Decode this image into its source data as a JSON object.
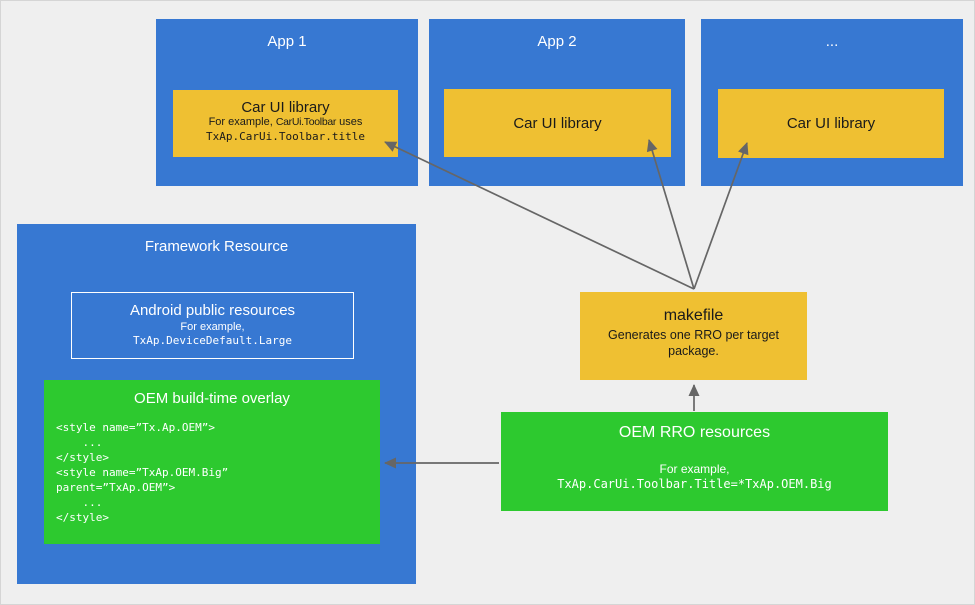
{
  "colors": {
    "background": "#EFEFEF",
    "app_blue": "#3778D2",
    "library_yellow": "#EFC032",
    "overlay_green": "#2DC92F",
    "arrow_gray": "#666666",
    "text_on_yellow": "#1A1A1A",
    "text_on_blue": "#FFFFFF"
  },
  "apps": [
    {
      "title": "App 1",
      "lib": {
        "title": "Car UI library",
        "desc_prefix": "For example, ",
        "desc_code": "CarUi.Toolbar",
        "desc_suffix": " uses",
        "code_line": "TxAp.CarUi.Toolbar.title"
      }
    },
    {
      "title": "App 2",
      "lib": {
        "title": "Car UI library"
      }
    },
    {
      "title": "...",
      "lib": {
        "title": "Car UI library"
      }
    }
  ],
  "framework": {
    "title": "Framework Resource",
    "public_resources": {
      "title": "Android public resources",
      "example_label": "For example,",
      "example_code": "TxAp.DeviceDefault.Large"
    },
    "overlay": {
      "title": "OEM build-time overlay",
      "code_lines": [
        "<style name=”Tx.Ap.OEM”>",
        "    ...",
        "</style>",
        "<style name=”TxAp.OEM.Big”",
        "parent=”TxAp.OEM”>",
        "    ...",
        "</style>"
      ]
    }
  },
  "makefile": {
    "title": "makefile",
    "subtitle": "Generates one RRO per target package."
  },
  "oem_rro": {
    "title": "OEM RRO resources",
    "example_label": "For example,",
    "example_code": "TxAp.CarUi.Toolbar.Title=*TxAp.OEM.Big"
  }
}
